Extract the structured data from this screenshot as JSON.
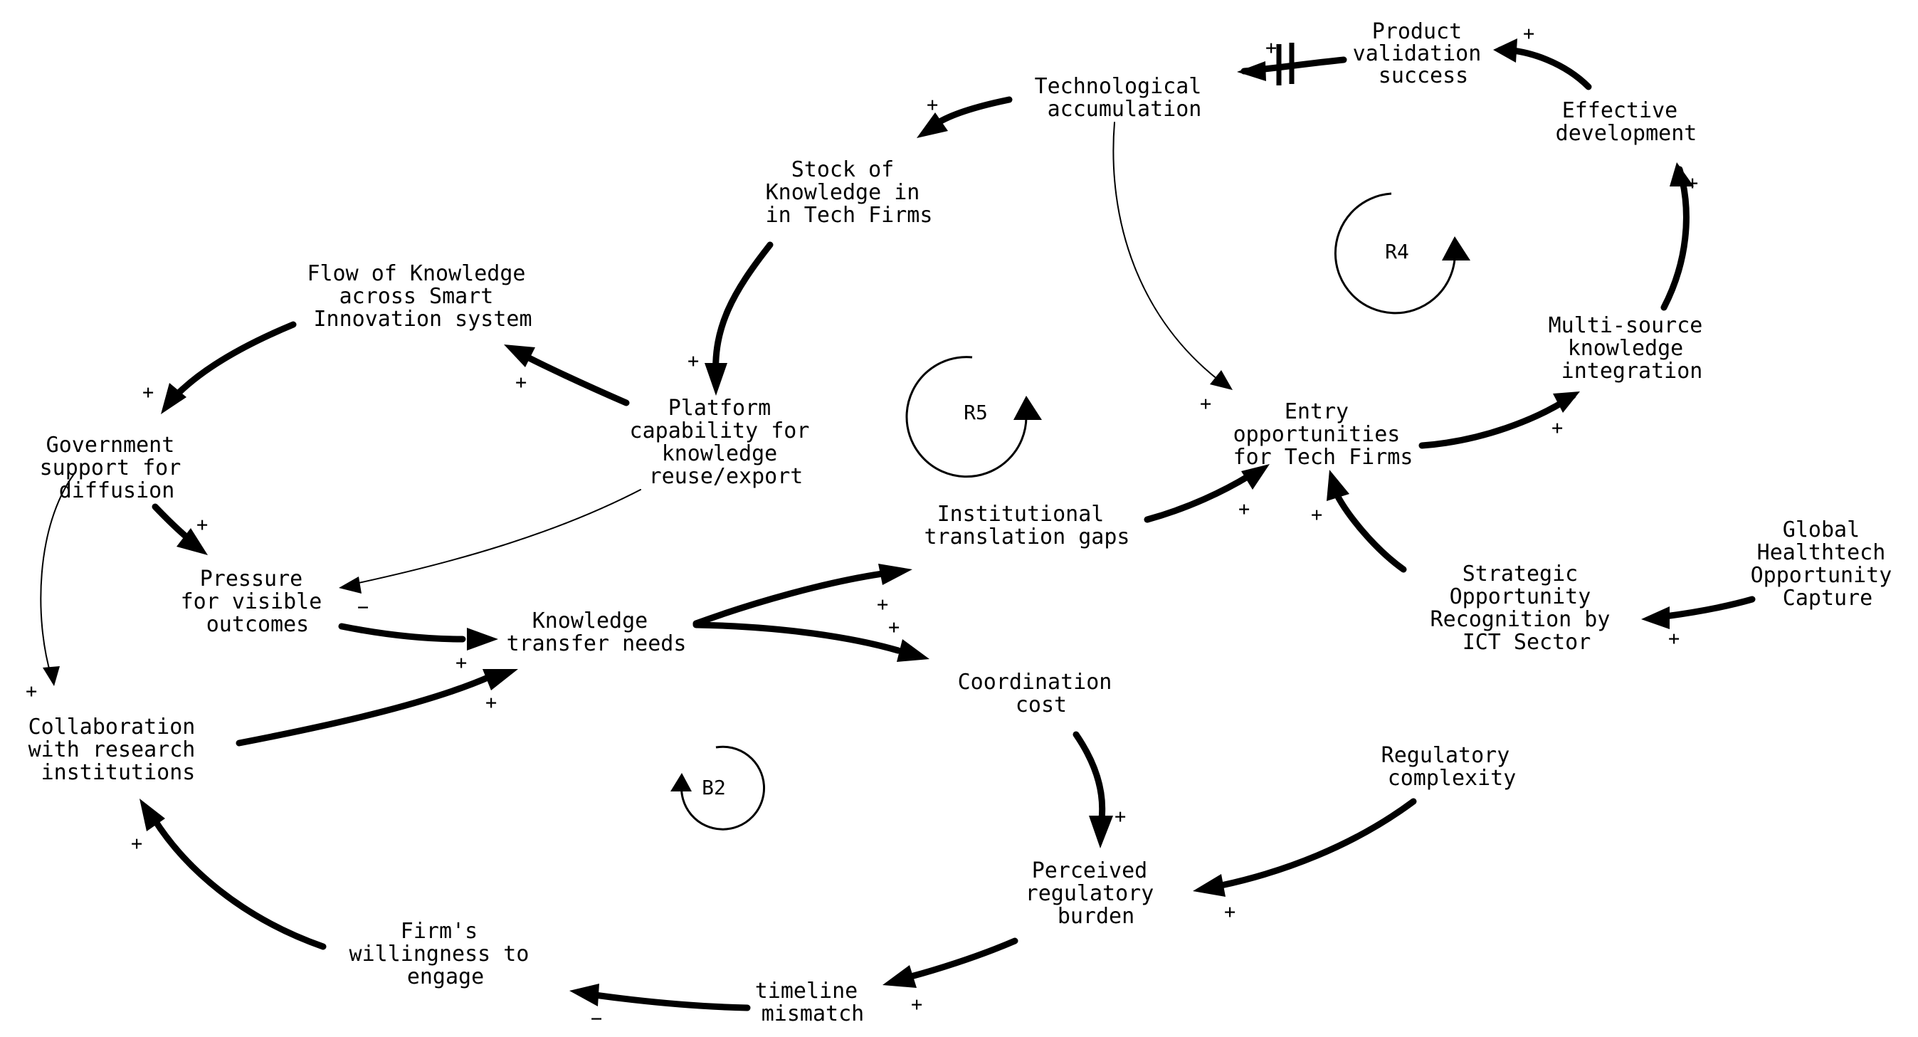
{
  "nodes": {
    "product_validation": [
      "Product",
      "validation",
      "success"
    ],
    "technological_accumulation": [
      "Technological",
      "accumulation"
    ],
    "effective_development": [
      "Effective",
      "development"
    ],
    "stock_of_knowledge": [
      "Stock of",
      "Knowledge in",
      "in Tech Firms"
    ],
    "flow_of_knowledge": [
      "Flow of Knowledge",
      "across Smart",
      "Innovation system"
    ],
    "platform_capability": [
      "Platform",
      "capability for",
      "knowledge",
      "reuse/export"
    ],
    "multi_source": [
      "Multi-source",
      "knowledge",
      "integration"
    ],
    "government_support": [
      "Government",
      "support for",
      "diffusion"
    ],
    "entry_opportunities": [
      "Entry",
      "opportunities",
      "for Tech Firms"
    ],
    "institutional_gaps": [
      "Institutional",
      "translation gaps"
    ],
    "pressure": [
      "Pressure",
      "for visible",
      "outcomes"
    ],
    "knowledge_transfer": [
      "Knowledge",
      "transfer needs"
    ],
    "global_healthtech": [
      "Global",
      "Healthtech",
      "Opportunity",
      "Capture"
    ],
    "strategic_opportunity": [
      "Strategic",
      "Opportunity",
      "Recognition by",
      "ICT Sector"
    ],
    "coordination_cost": [
      "Coordination",
      "cost"
    ],
    "collaboration": [
      "Collaboration",
      "with research",
      "institutions"
    ],
    "regulatory_complexity": [
      "Regulatory",
      "complexity"
    ],
    "perceived_burden": [
      "Perceived",
      "regulatory",
      "burden"
    ],
    "firms_willingness": [
      "Firm's",
      "willingness to",
      "engage"
    ],
    "timeline_mismatch": [
      "timeline",
      "mismatch"
    ]
  },
  "loops": {
    "r4": "R4",
    "r5": "R5",
    "b2": "B2"
  },
  "polarity": {
    "plus": "+",
    "minus": "−"
  }
}
